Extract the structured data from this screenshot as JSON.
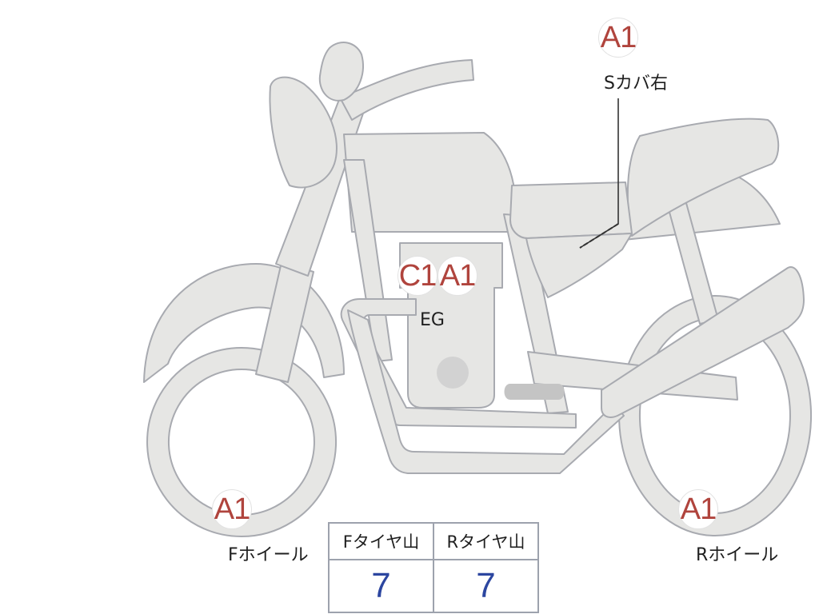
{
  "colors": {
    "body_fill": "#e6e6e4",
    "body_stroke": "#a8aab0",
    "engine_disc": "#d2d2d2",
    "badge_text": "#b0443d",
    "value_text": "#2c46a0"
  },
  "badges": {
    "side_cover": "A1",
    "engine_c": "C1",
    "engine_a": "A1",
    "front_wheel": "A1",
    "rear_wheel": "A1"
  },
  "labels": {
    "side_cover": "Sカバ右",
    "engine": "EG",
    "front_wheel": "Fホイール",
    "rear_wheel": "Rホイール"
  },
  "tire_table": {
    "headers": [
      "Fタイヤ山",
      "Rタイヤ山"
    ],
    "values": [
      "7",
      "7"
    ]
  }
}
